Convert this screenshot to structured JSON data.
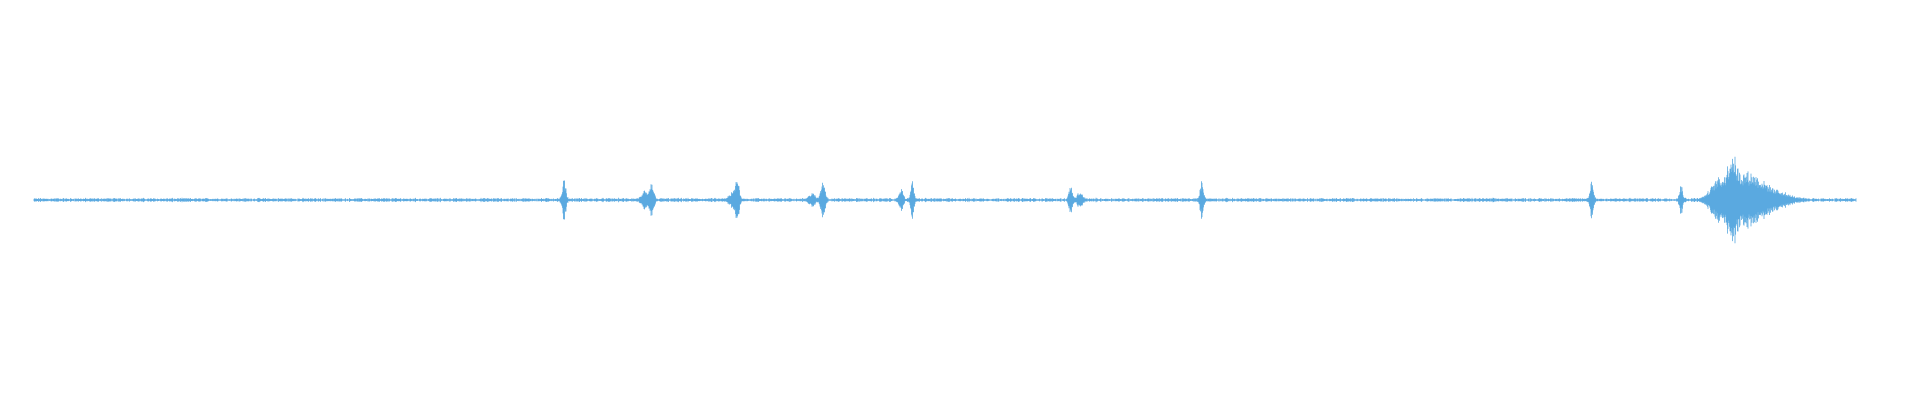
{
  "waveform": {
    "color": "#5aa9e0",
    "background": "#ffffff",
    "baseline": 0,
    "bursts": [
      {
        "t": 0.291,
        "amp": 0.1,
        "width": 0.0012
      },
      {
        "t": 0.335,
        "amp": 0.04,
        "width": 0.002
      },
      {
        "t": 0.339,
        "amp": 0.09,
        "width": 0.0015
      },
      {
        "t": 0.383,
        "amp": 0.03,
        "width": 0.002
      },
      {
        "t": 0.386,
        "amp": 0.1,
        "width": 0.0015
      },
      {
        "t": 0.427,
        "amp": 0.03,
        "width": 0.002
      },
      {
        "t": 0.433,
        "amp": 0.09,
        "width": 0.0015
      },
      {
        "t": 0.476,
        "amp": 0.06,
        "width": 0.0012
      },
      {
        "t": 0.482,
        "amp": 0.09,
        "width": 0.0012
      },
      {
        "t": 0.569,
        "amp": 0.07,
        "width": 0.0012
      },
      {
        "t": 0.574,
        "amp": 0.03,
        "width": 0.002
      },
      {
        "t": 0.641,
        "amp": 0.09,
        "width": 0.0012
      },
      {
        "t": 0.855,
        "amp": 0.09,
        "width": 0.0012
      },
      {
        "t": 0.904,
        "amp": 0.07,
        "width": 0.0012
      },
      {
        "t": 0.925,
        "amp": 0.1,
        "width": 0.006
      },
      {
        "t": 0.932,
        "amp": 0.15,
        "width": 0.003
      },
      {
        "t": 0.938,
        "amp": 0.11,
        "width": 0.008
      },
      {
        "t": 0.947,
        "amp": 0.07,
        "width": 0.008
      },
      {
        "t": 0.958,
        "amp": 0.03,
        "width": 0.008
      }
    ],
    "noise_floor": 0.008
  }
}
